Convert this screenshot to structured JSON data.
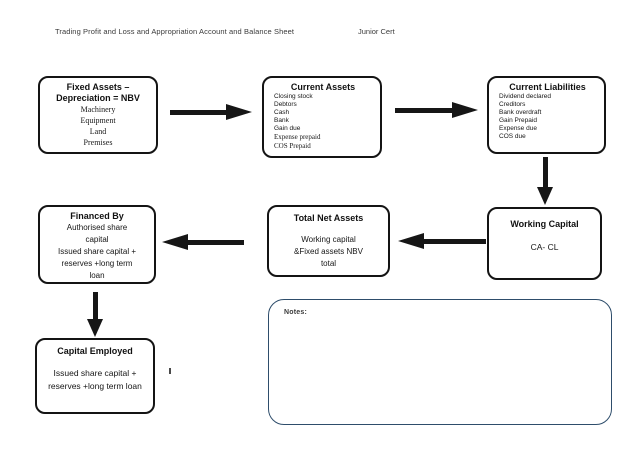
{
  "header": {
    "title": "Trading Profit and Loss and Appropriation Account and Balance Sheet",
    "course": "Junior Cert"
  },
  "boxes": {
    "fixed_assets": {
      "title_lines": [
        "Fixed Assets –",
        "Depreciation = NBV"
      ],
      "items": [
        "Machinery",
        "Equipment",
        "Land",
        "Premises"
      ]
    },
    "current_assets": {
      "title": "Current Assets",
      "items_sans": [
        "Closing stock",
        "Debtors",
        "Cash",
        "Bank",
        "Gain due"
      ],
      "items_serif": [
        "Expense prepaid",
        "COS Prepaid"
      ]
    },
    "current_liabilities": {
      "title": "Current Liabilities",
      "items": [
        "Dividend declared",
        "Creditors",
        "Bank overdraft",
        "Gain Prepaid",
        "Expense due",
        "COS due"
      ]
    },
    "working_capital": {
      "title": "Working Capital",
      "formula": "CA- CL"
    },
    "total_net_assets": {
      "title": "Total Net Assets",
      "body": [
        "Working capital",
        "&Fixed assets NBV",
        "total"
      ]
    },
    "financed_by": {
      "title": "Financed By",
      "body": [
        "Authorised share",
        "capital",
        "Issued share capital +",
        "reserves +long term",
        "loan"
      ]
    },
    "capital_employed": {
      "title": "Capital Employed",
      "body": [
        "Issued share capital +",
        "reserves +long term loan"
      ]
    },
    "notes": {
      "label": "Notes:"
    }
  },
  "colors": {
    "box_border": "#141414",
    "arrow": "#161616",
    "notes_border": "#2e4d6b",
    "text": "#161616"
  }
}
